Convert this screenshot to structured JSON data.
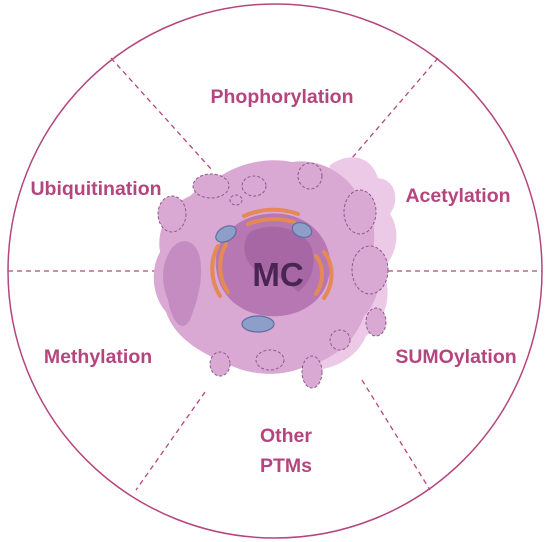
{
  "center_label": "MC",
  "sectors": [
    {
      "id": "phosphorylation",
      "label": "Phophorylation"
    },
    {
      "id": "acetylation",
      "label": "Acetylation"
    },
    {
      "id": "sumoylation",
      "label": "SUMOylation"
    },
    {
      "id": "other",
      "label_line1": "Other",
      "label_line2": "PTMs"
    },
    {
      "id": "methylation",
      "label": "Methylation"
    },
    {
      "id": "ubiquitination",
      "label": "Ubiquitination"
    }
  ],
  "colors": {
    "ring": "#b5457e",
    "divider": "#b5457e",
    "label_text": "#b5457e",
    "cell_body": "#d9a8d3",
    "cell_shade": "#c58cc2",
    "cell_halo": "#ecc9e7",
    "nucleus": "#b777b3",
    "nucleus_dark": "#9a5a98",
    "center_text": "#4a2551",
    "golgi": "#e58a55",
    "mitochondria": "#8d9ec9"
  }
}
